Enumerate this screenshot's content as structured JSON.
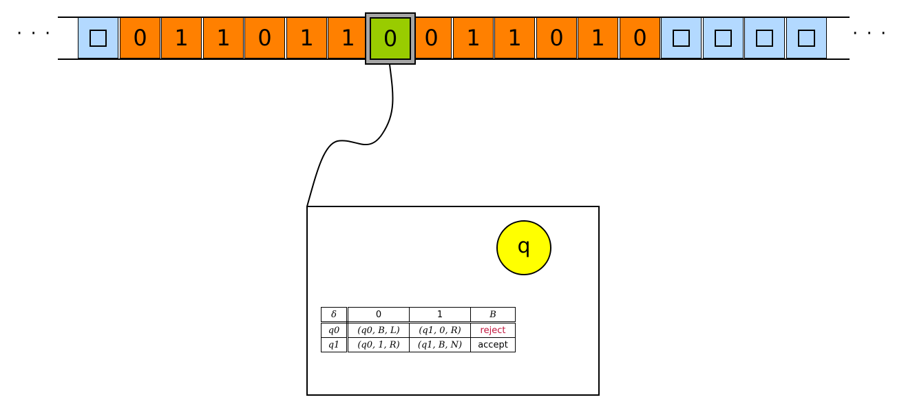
{
  "tape": {
    "left_ellipsis": "· · ·",
    "right_ellipsis": "· · ·",
    "cells": [
      {
        "kind": "blank",
        "symbol": ""
      },
      {
        "kind": "sym",
        "symbol": "0"
      },
      {
        "kind": "sym",
        "symbol": "1"
      },
      {
        "kind": "sym",
        "symbol": "1"
      },
      {
        "kind": "sym",
        "symbol": "0"
      },
      {
        "kind": "sym",
        "symbol": "1"
      },
      {
        "kind": "sym",
        "symbol": "1"
      },
      {
        "kind": "head",
        "symbol": "0"
      },
      {
        "kind": "sym",
        "symbol": "0"
      },
      {
        "kind": "sym",
        "symbol": "1"
      },
      {
        "kind": "sym",
        "symbol": "1"
      },
      {
        "kind": "sym",
        "symbol": "0"
      },
      {
        "kind": "sym",
        "symbol": "1"
      },
      {
        "kind": "sym",
        "symbol": "0"
      },
      {
        "kind": "blank",
        "symbol": ""
      },
      {
        "kind": "blank",
        "symbol": ""
      },
      {
        "kind": "blank",
        "symbol": ""
      },
      {
        "kind": "blank",
        "symbol": ""
      }
    ],
    "head_symbol": "0"
  },
  "colors": {
    "blank_cell": "#b3d9ff",
    "symbol_cell": "#ff8000",
    "head_cell": "#99cc00",
    "head_frame": "#a6a6a6",
    "state": "#ffff00",
    "reject_text": "#c0143c"
  },
  "control": {
    "state_label": "q",
    "table": {
      "corner": "δ",
      "columns": [
        "0",
        "1",
        "B"
      ],
      "rows": [
        {
          "state": "q0",
          "cells": [
            "(q0, B, L)",
            "(q1, 0, R)",
            "reject"
          ]
        },
        {
          "state": "q1",
          "cells": [
            "(q0, 1, R)",
            "(q1, B, N)",
            "accept"
          ]
        }
      ]
    }
  }
}
